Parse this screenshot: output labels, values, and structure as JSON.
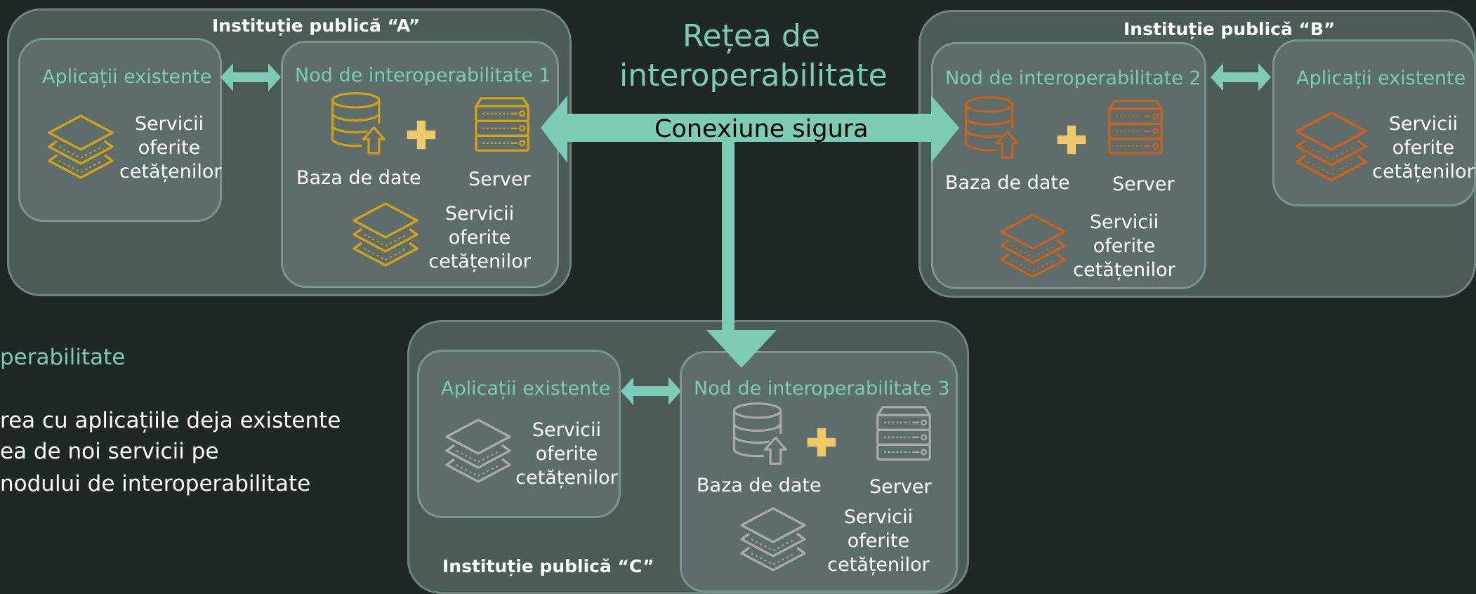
{
  "network": {
    "title_line1": "Rețea de",
    "title_line2": "interoperabilitate",
    "connection_label": "Conexiune sigura"
  },
  "institutions": [
    {
      "title": "Instituție publică “A”"
    },
    {
      "title": "Instituție publică “B”"
    },
    {
      "title": "Instituție publică “C”"
    }
  ],
  "apps": {
    "title": "Aplicații existente"
  },
  "nodes": [
    {
      "title": "Nod de interoperabilitate 1"
    },
    {
      "title": "Nod de interoperabilitate 2"
    },
    {
      "title": "Nod de interoperabilitate 3"
    }
  ],
  "labels": {
    "database": "Baza de date",
    "server": "Server",
    "services_line1": "Servicii",
    "services_line2": "oferite",
    "services_line3": "cetățenilor"
  },
  "left_panel": {
    "heading": "perabilitate",
    "line1": "rea cu aplicațiile deja existente",
    "line2": "ea de noi servicii pe",
    "line3": " nodului de interoperabilitate"
  },
  "colors": {
    "background": "#1f2826",
    "accent_teal": "#7ccbb7",
    "institution_a_icons": "#d4a017",
    "institution_b_icons": "#c8621e",
    "institution_c_icons": "#a9a9a9",
    "plus": "#f0c86a"
  }
}
